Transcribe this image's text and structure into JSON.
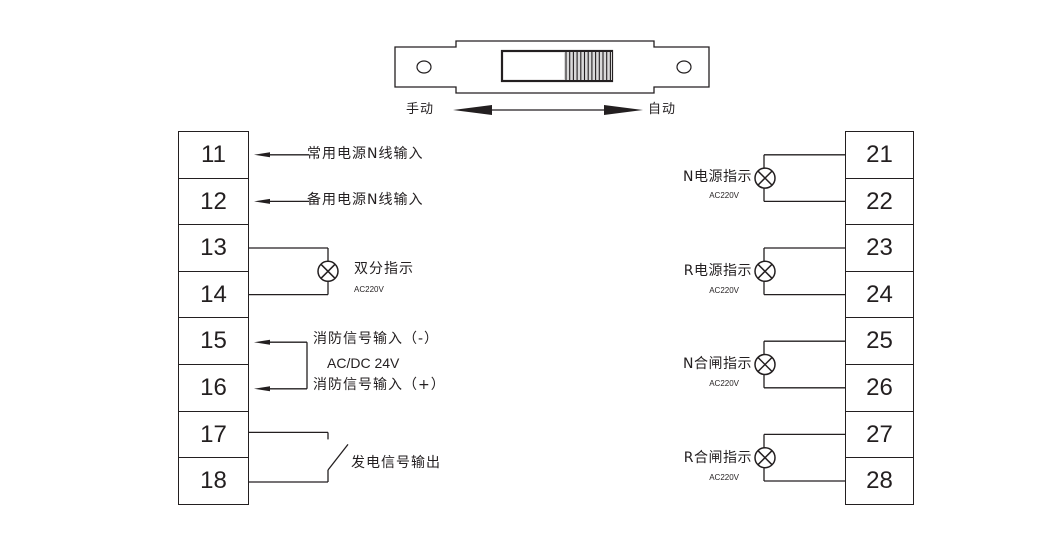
{
  "switch": {
    "left_label": "手动",
    "right_label": "自动",
    "position": "auto"
  },
  "left_terminals": [
    {
      "number": "11",
      "label": "常用电源N线输入",
      "type": "input-arrow"
    },
    {
      "number": "12",
      "label": "备用电源N线输入",
      "type": "input-arrow"
    },
    {
      "number": "13",
      "type": "lamp"
    },
    {
      "number": "14",
      "type": "lamp"
    },
    {
      "number": "15",
      "label": "消防信号输入（-）",
      "type": "input-arrow"
    },
    {
      "number": "16",
      "label": "消防信号输入（+）",
      "type": "input-arrow"
    },
    {
      "number": "17",
      "type": "contact"
    },
    {
      "number": "18",
      "type": "contact"
    }
  ],
  "left_groups": {
    "double_split": {
      "label": "双分指示",
      "voltage": "AC220V"
    },
    "fire_signal": {
      "voltage": "AC/DC 24V"
    },
    "gen_signal": {
      "label": "发电信号输出"
    }
  },
  "right_terminals": [
    {
      "number": "21"
    },
    {
      "number": "22"
    },
    {
      "number": "23"
    },
    {
      "number": "24"
    },
    {
      "number": "25"
    },
    {
      "number": "26"
    },
    {
      "number": "27"
    },
    {
      "number": "28"
    }
  ],
  "right_lamps": [
    {
      "label": "N电源指示",
      "voltage": "AC220V"
    },
    {
      "label": "R电源指示",
      "voltage": "AC220V"
    },
    {
      "label": "N合闸指示",
      "voltage": "AC220V"
    },
    {
      "label": "R合闸指示",
      "voltage": "AC220V"
    }
  ],
  "colors": {
    "line": "#231f20",
    "background": "#ffffff"
  }
}
